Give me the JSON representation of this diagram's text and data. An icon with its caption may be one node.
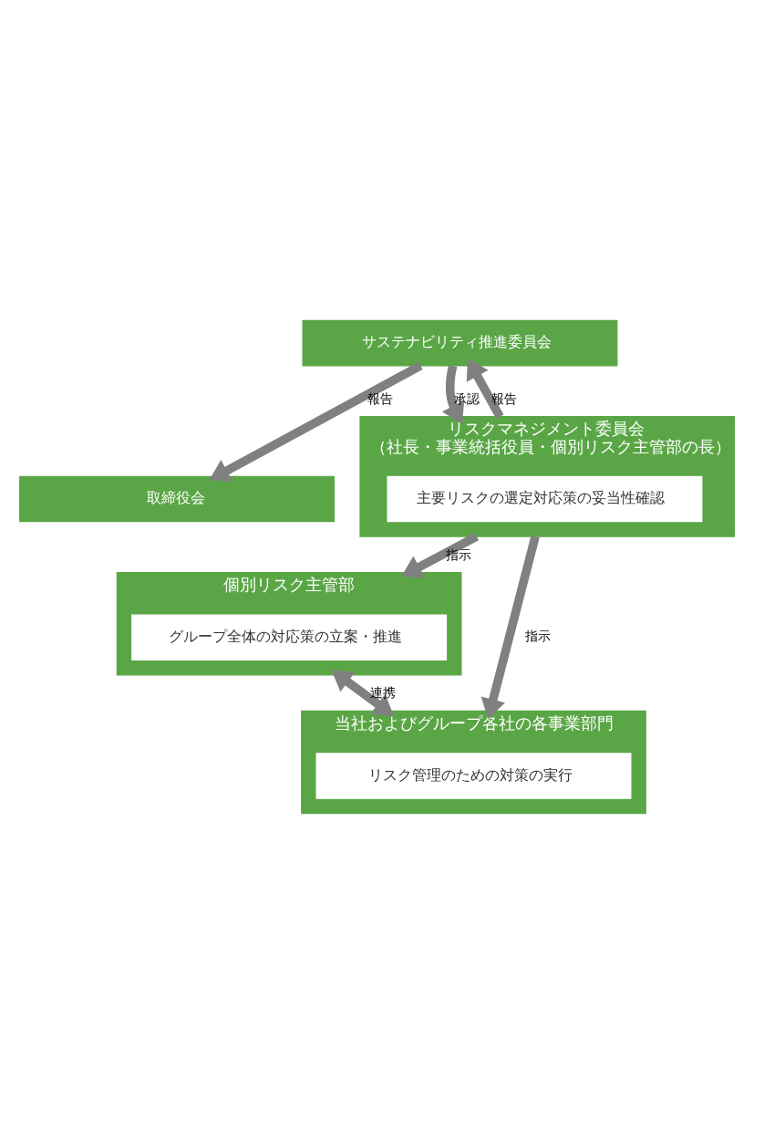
{
  "diagram": {
    "nodes": [
      {
        "text": [
          "取締役会"
        ]
      },
      {
        "text": [
          "サステナビリティ推進委員会"
        ]
      },
      {
        "text": [
          "リスクマネジメント委員会",
          "（社長・事業統括役員・個別リスク主管部の長）"
        ]
      },
      {
        "text": [
          "主要リスクの選定対応策の妥当性確認"
        ],
        "in": 2
      },
      {
        "text": [
          "個別リスク主管部"
        ]
      },
      {
        "text": [
          "グループ全体の対応策の立案・推進"
        ],
        "in": 4
      },
      {
        "text": [
          "当社およびグループ各社の各事業部門"
        ]
      },
      {
        "text": [
          "リスク管理のための対策の実行"
        ],
        "in": 6
      }
    ],
    "edges": [
      {
        "from": 1,
        "to": 0,
        "arrow": "to",
        "label": "報告"
      },
      {
        "from": 1,
        "to": 2,
        "arrow": "to",
        "label": "承認"
      },
      {
        "from": 2,
        "to": 1,
        "arrow": "to",
        "label": "報告"
      },
      {
        "from": 2,
        "to": 4,
        "arrow": "to",
        "label": "指示"
      },
      {
        "from": 4,
        "to": 6,
        "arrow": "both",
        "label": "連携"
      },
      {
        "from": 2,
        "to": 6,
        "arrow": "to",
        "label": "指示"
      }
    ]
  }
}
